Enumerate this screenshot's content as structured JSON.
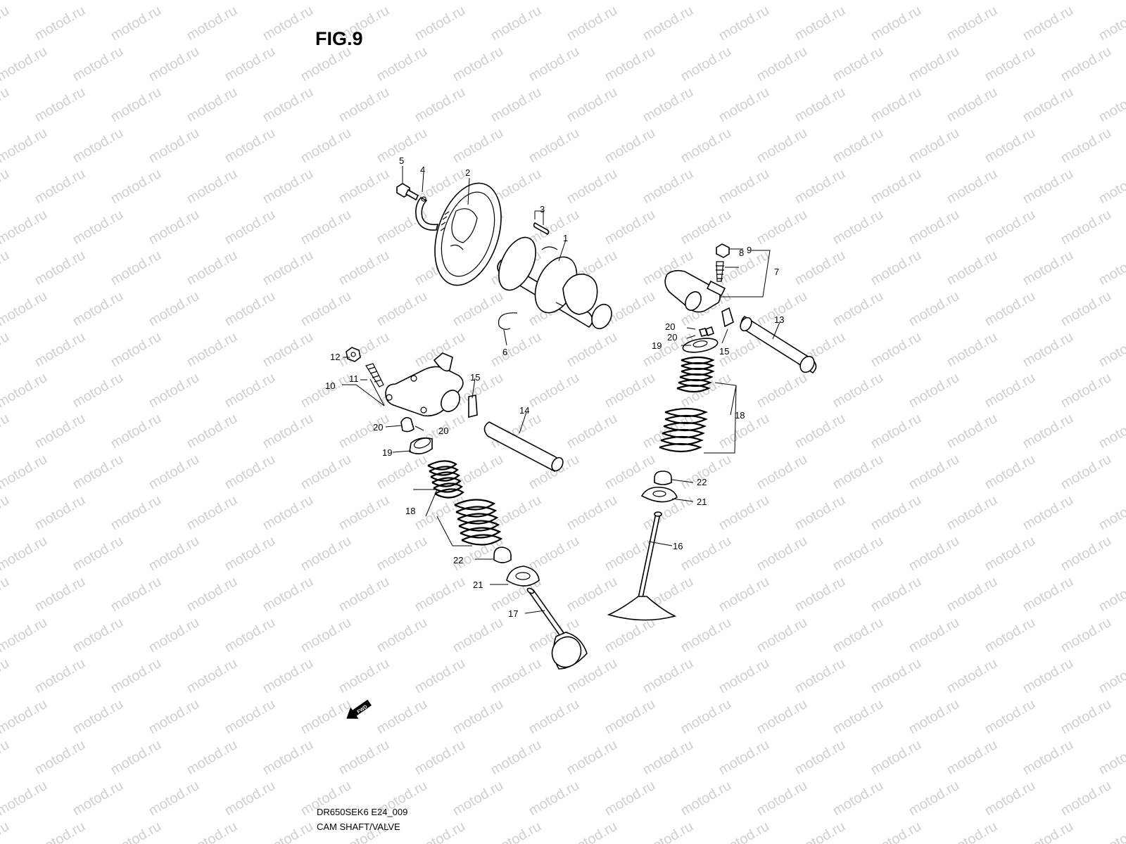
{
  "header": {
    "title": "FIG.9"
  },
  "footer": {
    "model_code": "DR650SEK6 E24_009",
    "section_name": "CAM SHAFT/VALVE"
  },
  "watermark": {
    "text": "motod.ru",
    "color": "#cfcfcf"
  },
  "direction_marker": {
    "text": "FWD"
  },
  "callouts": {
    "c1": "1",
    "c2": "2",
    "c3": "3",
    "c4": "4",
    "c5": "5",
    "c6": "6",
    "c7": "7",
    "c8": "8",
    "c9": "9",
    "c10": "10",
    "c11": "11",
    "c12": "12",
    "c13": "13",
    "c14": "14",
    "c15a": "15",
    "c15b": "15",
    "c16": "16",
    "c17": "17",
    "c18a": "18",
    "c18b": "18",
    "c19a": "19",
    "c19b": "19",
    "c20a": "20",
    "c20b": "20",
    "c20c": "20",
    "c20d": "20",
    "c21a": "21",
    "c21b": "21",
    "c22a": "22",
    "c22b": "22"
  }
}
